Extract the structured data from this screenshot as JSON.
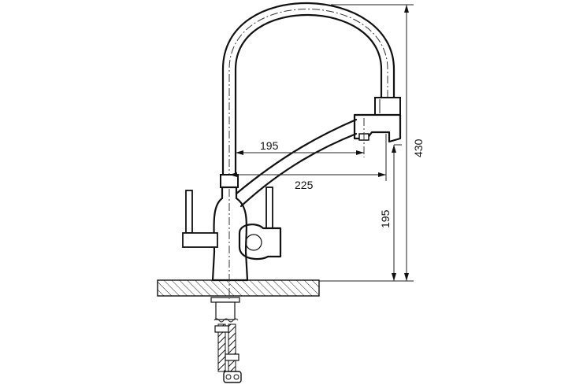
{
  "dimensions": {
    "spout_reach_upper": "195",
    "spout_reach_lower": "225",
    "spout_height": "195",
    "overall_height": "430"
  }
}
